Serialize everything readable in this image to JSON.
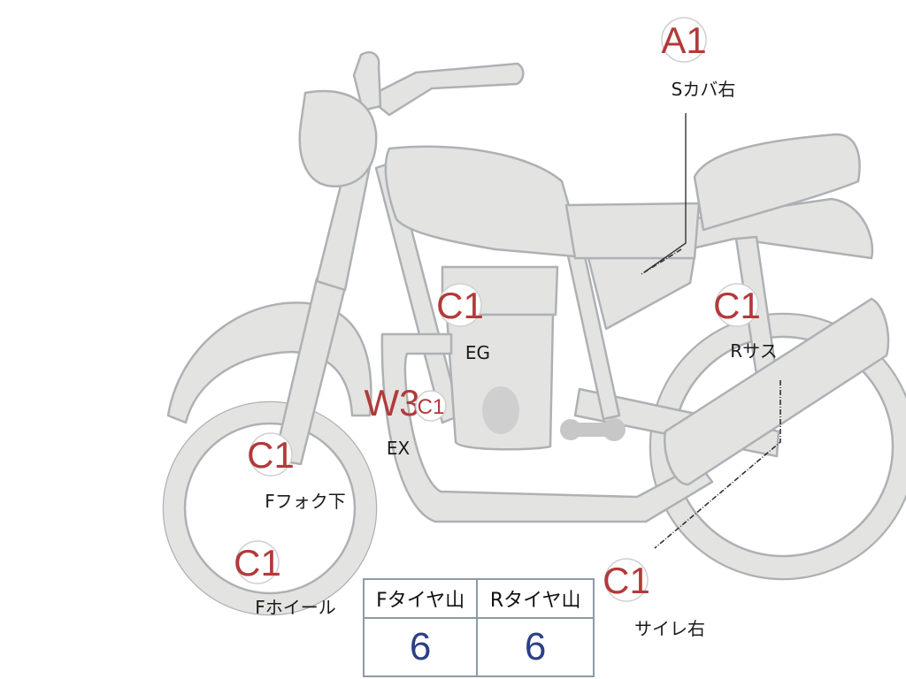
{
  "badges": {
    "a1": "A1",
    "c1_eg": "C1",
    "c1_rsus": "C1",
    "w3_ex": "W3",
    "c1_ex": "C1",
    "c1_ffork": "C1",
    "c1_fwheel": "C1",
    "c1_sairen": "C1"
  },
  "labels": {
    "s_cover_right": "Sカバ右",
    "eg": "EG",
    "r_sus": "Rサス",
    "ex": "EX",
    "f_fork_lower": "Fフォク下",
    "f_wheel": "Fホイール",
    "silencer_right": "サイレ右"
  },
  "tire_table": {
    "headers": [
      "Fタイヤ山",
      "Rタイヤ山"
    ],
    "values": [
      "6",
      "6"
    ]
  },
  "colors": {
    "part_fill": "#e3e3e1",
    "outline": "#aeb1b4",
    "badge_text": "#b23a3a",
    "value_text": "#2d3f86"
  }
}
